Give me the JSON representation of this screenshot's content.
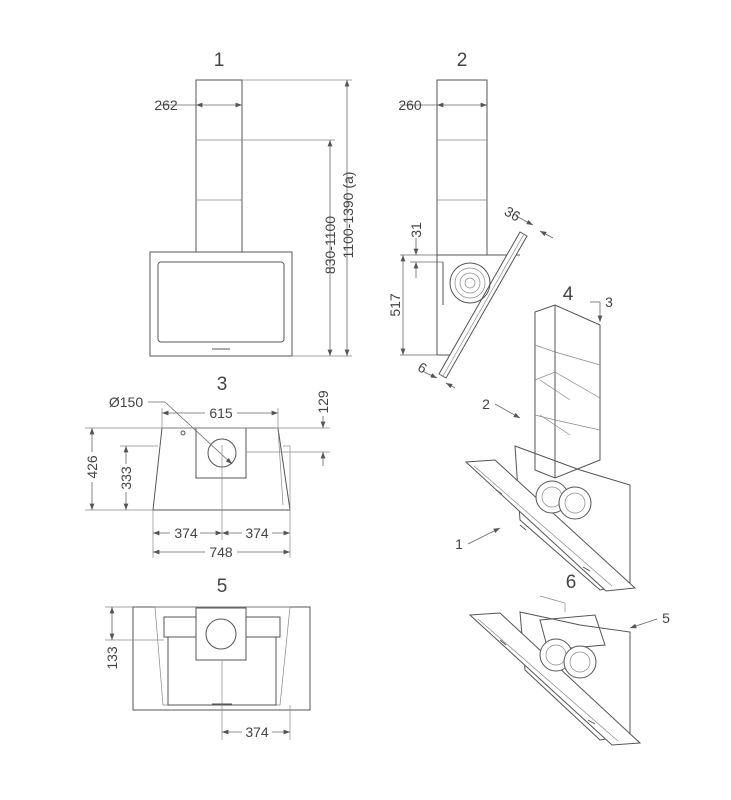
{
  "views": {
    "v1": {
      "label": "1",
      "width": "262",
      "height_inner": "830-1100",
      "height_outer": "1100-1390 (a)"
    },
    "v2": {
      "label": "2",
      "width": "260",
      "glass_offset": "36",
      "gap": "31",
      "height": "517",
      "angle": "6"
    },
    "v3": {
      "label": "3",
      "duct_diameter": "Ø150",
      "top_width": "615",
      "duct_offset": "129",
      "height": "426",
      "side_height": "333",
      "half_left": "374",
      "half_right": "374",
      "total_width": "748"
    },
    "v4": {
      "label": "4",
      "callouts": [
        "3",
        "2",
        "1"
      ]
    },
    "v5": {
      "label": "5",
      "height": "133",
      "half_width": "374"
    },
    "v6": {
      "label": "6",
      "callouts": [
        "5"
      ]
    }
  }
}
